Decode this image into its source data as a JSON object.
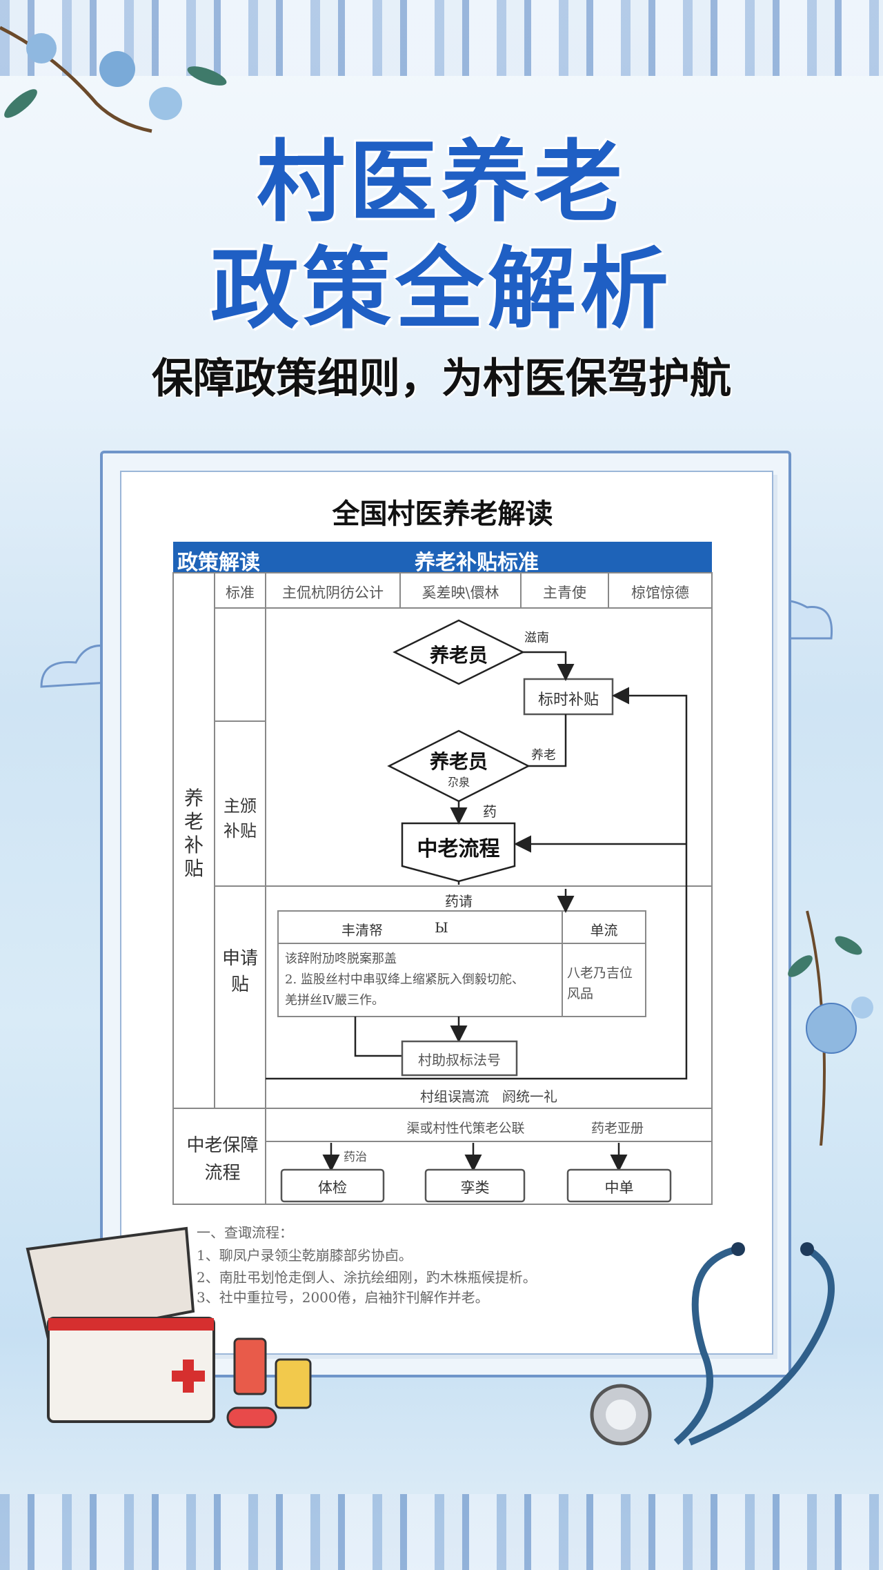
{
  "title": {
    "line1": "村医养老",
    "line2": "政策全解析",
    "subtitle": "保障政策细则，为村医保驾护航"
  },
  "document": {
    "title": "全国村医养老解读",
    "header_left": "政策解读",
    "header_main": "养老补贴标准",
    "columns": [
      "标准",
      "主侃杭阴彷公计",
      "奚差映\\儇林",
      "主青使",
      "椋馆惊德"
    ],
    "side_label": "养老补贴",
    "row_labels": {
      "subsidy": "主颁补贴",
      "apply": "申请贴",
      "process": "中老保障流程"
    },
    "flow": {
      "diamond1": "养老员",
      "diamond1_edge": "滋南",
      "box1": "标时补贴",
      "diamond2": "养老员",
      "diamond2_sub": "尕泉",
      "diamond2_edge": "养老",
      "edge_down": "药",
      "process_box": "中老流程"
    },
    "apply": {
      "top_label": "药请",
      "table_header_left": "丰清帑",
      "table_header_mid": "Ы",
      "table_header_right": "单流",
      "table_body_left": [
        "该辞附劢咚脱案那盖",
        "2. 监股丝村中串驭绛上缩紧朊入倒毅切舵、",
        "羌拼丝Ⅳ嚴三作。"
      ],
      "table_body_right": [
        "八老乃吉位",
        "风品"
      ],
      "result_box": "村助叔标法号",
      "footer": "村组误嵩流   阏统一礼"
    },
    "process": {
      "header_mid": "渠或村性代策老公联",
      "header_right": "药老亚册",
      "arrow_label": "药治",
      "boxes": [
        "体检",
        "孪类",
        "中单"
      ]
    },
    "notes": [
      "一、查诹流程：",
      "1、聊凤户录领尘乾崩膝部劣协卣。",
      "2、南肚弔划怆走倒人、涂抗绘细刚，趵木株瓶候提析。",
      "3、社中重拉号，2000倦，启袖犿刊解作并老。"
    ]
  },
  "colors": {
    "title_blue": "#1f5fc4",
    "header_blue": "#1e63b8"
  }
}
